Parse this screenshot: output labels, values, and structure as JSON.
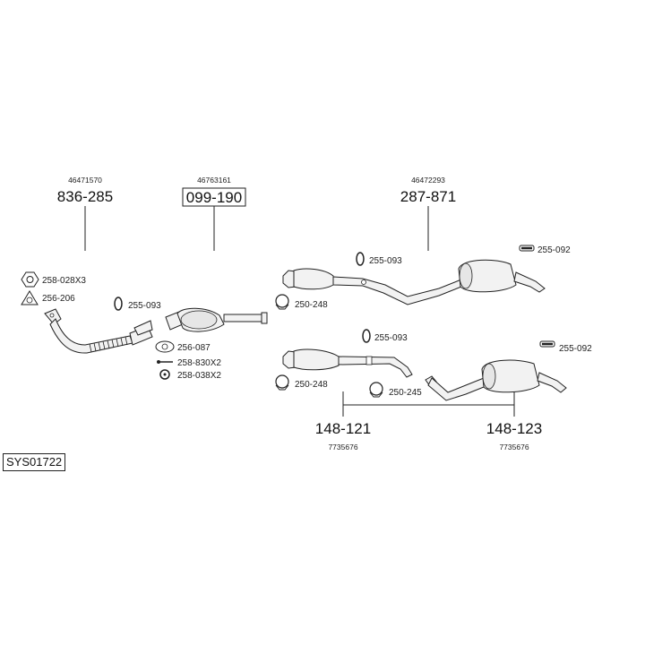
{
  "assemblies": [
    {
      "id": "front-pipe",
      "part": "836-285",
      "oem": "46471570",
      "boxed": false
    },
    {
      "id": "catalyst",
      "part": "099-190",
      "oem": "46763161",
      "boxed": true
    },
    {
      "id": "rear-system-top",
      "part": "287-871",
      "oem": "46472293",
      "boxed": false
    },
    {
      "id": "middle-section",
      "part": "148-121",
      "oem": "7735676",
      "boxed": false
    },
    {
      "id": "rear-silencer",
      "part": "148-123",
      "oem": "7735676",
      "boxed": false
    }
  ],
  "accessories": {
    "a1": "258-028X3",
    "a2": "256-206",
    "a3": "255-093",
    "a4": "256-087",
    "a5": "258-830X2",
    "a6": "258-038X2",
    "a7": "255-093",
    "a8": "250-248",
    "a9": "255-092",
    "a10": "255-093",
    "a11": "250-248",
    "a12": "250-245",
    "a13": "255-092"
  },
  "system_code": "SYS01722"
}
